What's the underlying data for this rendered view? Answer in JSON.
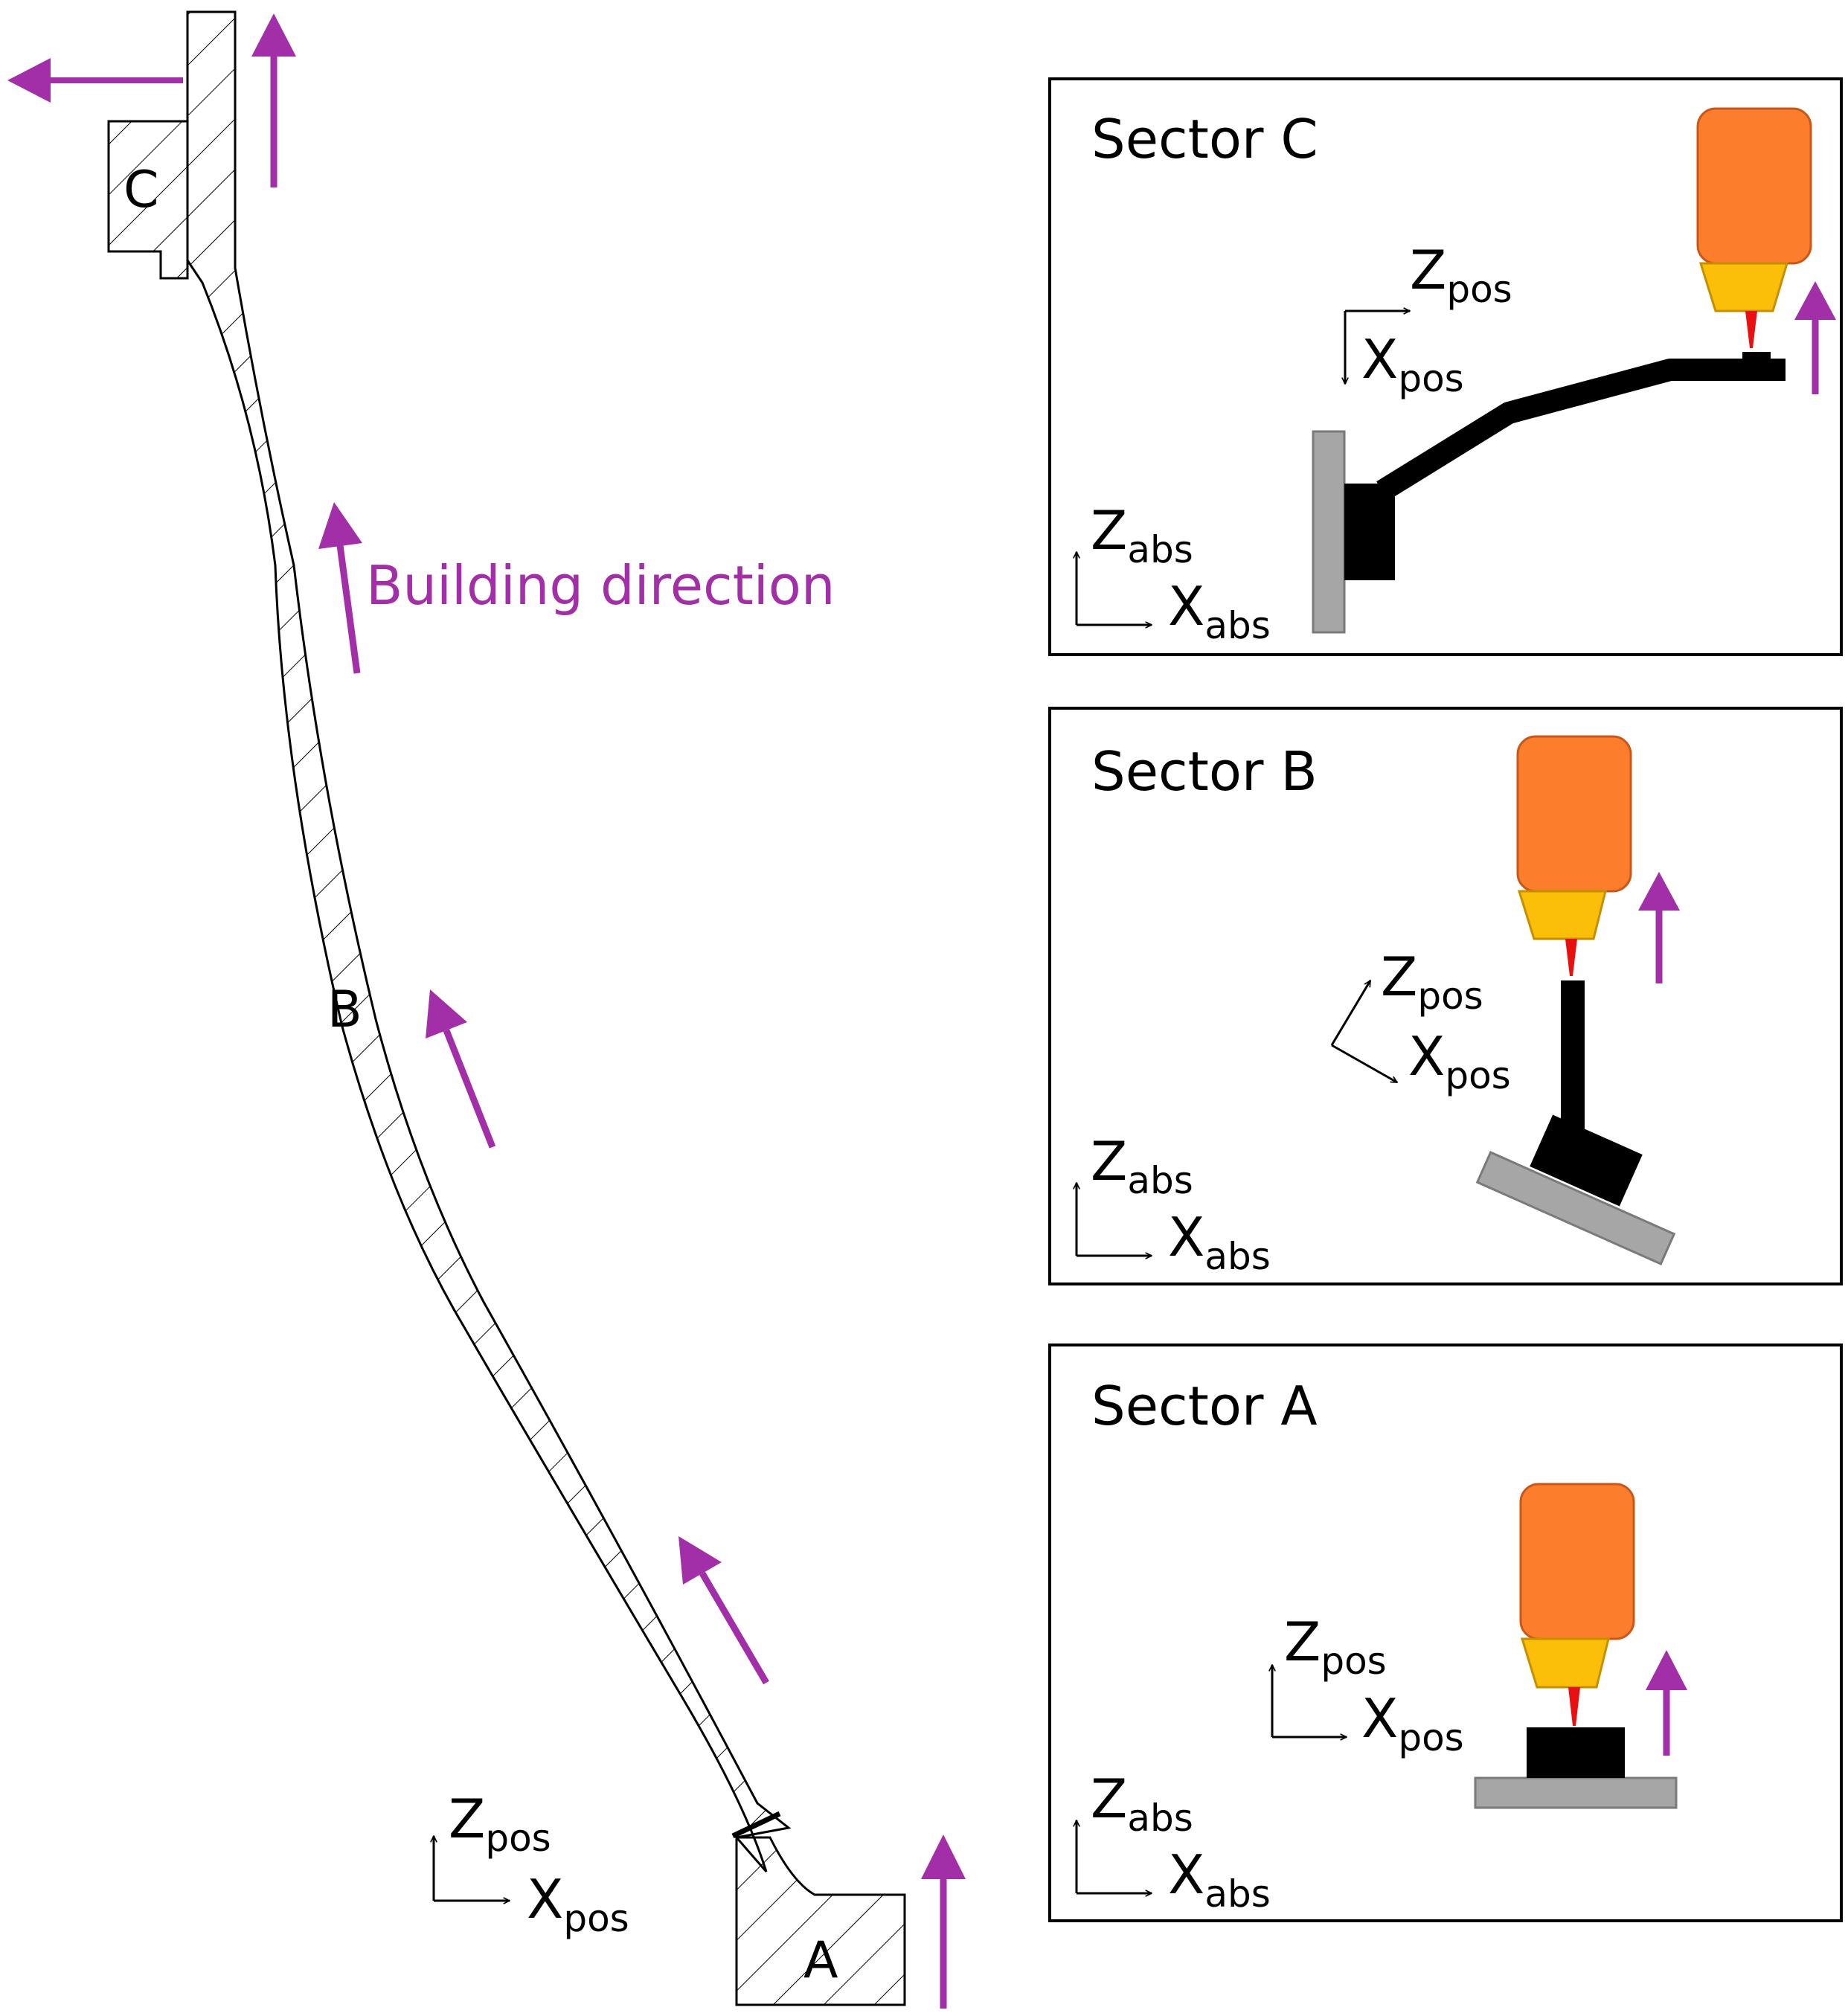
{
  "colors": {
    "purple": "#a22fa7",
    "orange": "#fc7e2c",
    "orange_dark": "#c9571a",
    "nozzle": "#fbbf09",
    "nozzle_dark": "#c68f00",
    "laser": "#e81010",
    "substrate": "#a6a6a6",
    "substrate_dark": "#7a7a7a",
    "part": "#000000"
  },
  "part_labels": {
    "a": "A",
    "b": "B",
    "c": "C"
  },
  "building_direction": "Building direction",
  "axis_text": {
    "z": "Z",
    "x": "X",
    "pos": "pos",
    "abs": "abs"
  },
  "panels": {
    "sector_c": {
      "title": "Sector C"
    },
    "sector_b": {
      "title": "Sector B"
    },
    "sector_a": {
      "title": "Sector A"
    }
  }
}
